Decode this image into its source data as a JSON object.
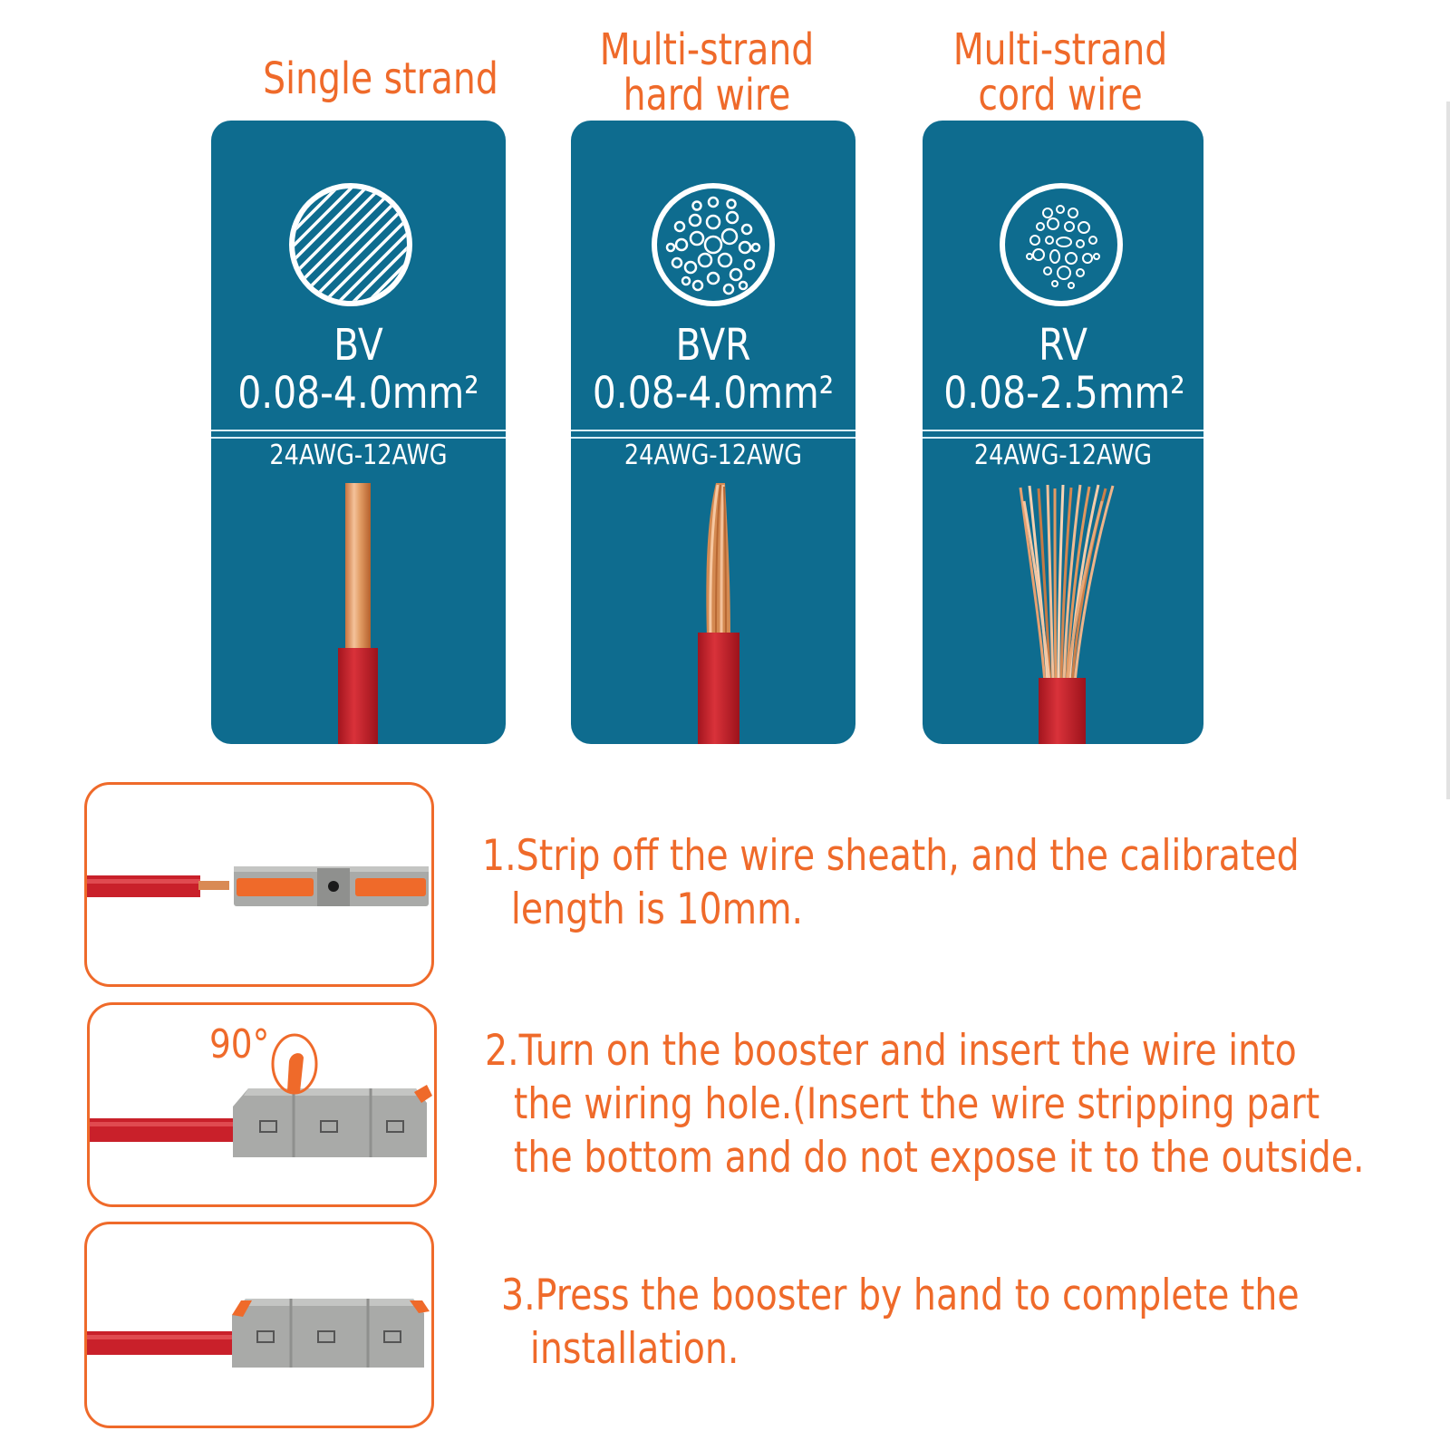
{
  "wire_types": [
    {
      "title_lines": [
        "Single strand"
      ],
      "code": "BV",
      "range": "0.08-4.0mm²",
      "awg": "24AWG-12AWG",
      "icon": "solid-core-cross-section-icon"
    },
    {
      "title_lines": [
        "Multi-strand",
        "hard wire"
      ],
      "code": "BVR",
      "range": "0.08-4.0mm²",
      "awg": "24AWG-12AWG",
      "icon": "multi-strand-cross-section-icon"
    },
    {
      "title_lines": [
        "Multi-strand",
        "cord wire"
      ],
      "code": "RV",
      "range": "0.08-2.5mm²",
      "awg": "24AWG-12AWG",
      "icon": "cord-strand-cross-section-icon"
    }
  ],
  "steps": [
    {
      "lines": [
        "1.Strip off the wire sheath, and the calibrated",
        "length is 10mm."
      ]
    },
    {
      "lines": [
        "2.Turn on the booster and insert the wire into",
        "the wiring hole.(Insert the wire stripping part",
        "the bottom and do not expose it to the outside."
      ],
      "angle_label": "90°"
    },
    {
      "lines": [
        "3.Press the booster by hand to complete the",
        "installation."
      ]
    }
  ],
  "colors": {
    "accent": "#ef6a2a",
    "panel": "#0e6c8f",
    "wire_red": "#c9202a",
    "copper": "#d98a54",
    "connector_grey": "#a9aaa8"
  }
}
